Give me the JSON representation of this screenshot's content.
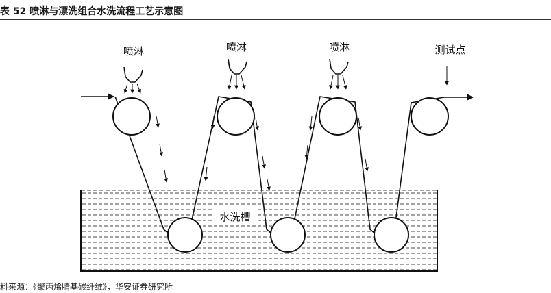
{
  "caption": "表 52  喷淋与漂洗组合水洗流程工艺示意图",
  "source": "料来源：《聚丙烯腈基碳纤维》，华安证券研究所",
  "diagram": {
    "spray_labels": [
      "喷淋",
      "喷淋",
      "喷淋"
    ],
    "test_point_label": "测试点",
    "tank_label": "水洗槽"
  }
}
